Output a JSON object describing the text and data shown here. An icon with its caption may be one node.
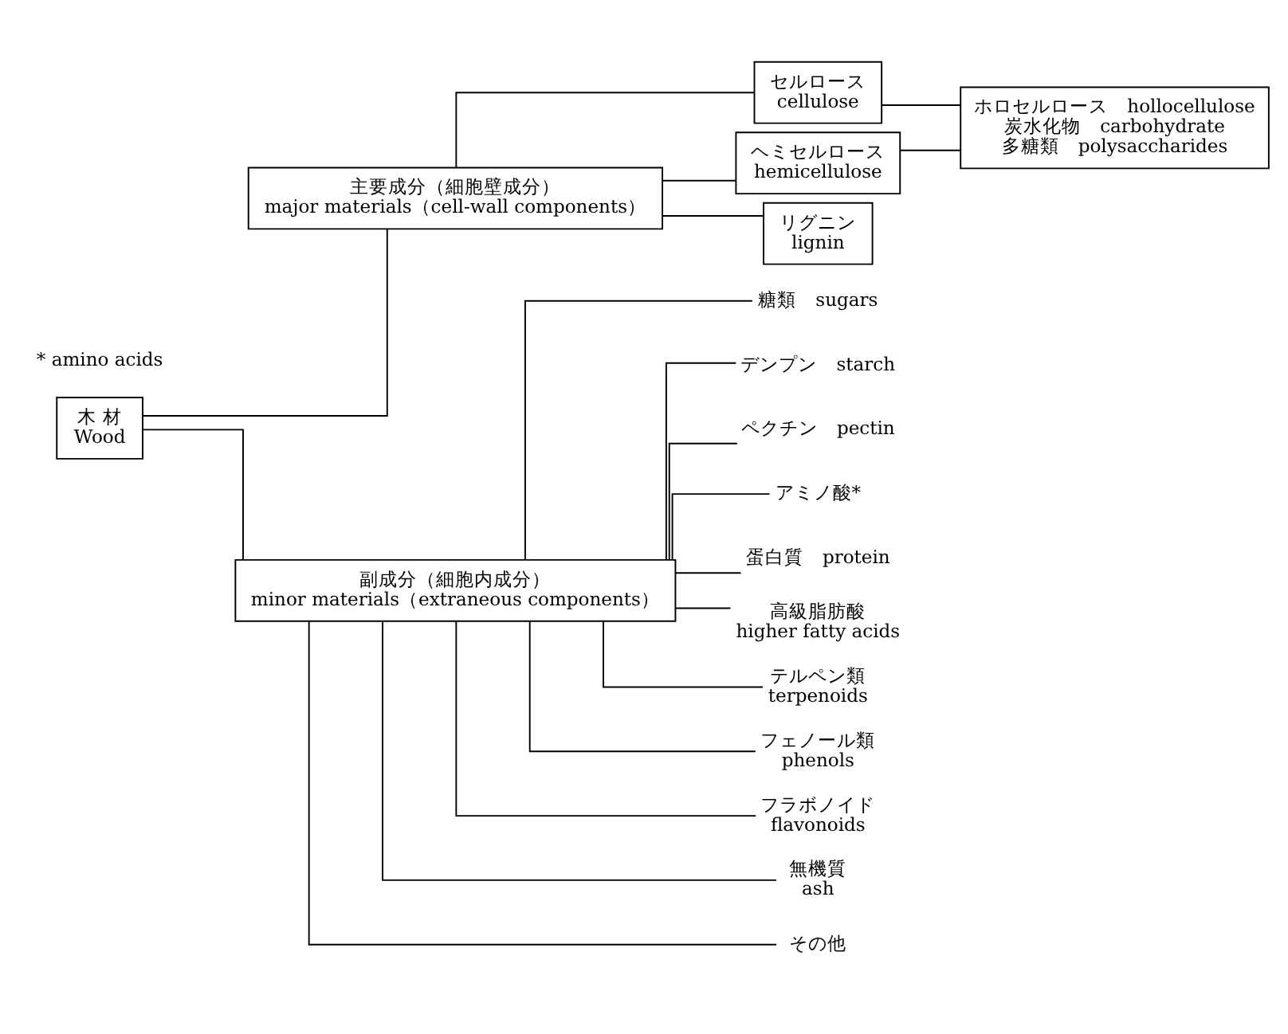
{
  "diagram": {
    "nodes": [
      {
        "text": [
          "木 材",
          "Wood"
        ]
      },
      {
        "text": [
          "主要成分（細胞壁成分）",
          "major materials（cell-wall components）"
        ]
      },
      {
        "text": [
          "副成分（細胞内成分）",
          "minor materials（extraneous components）"
        ]
      },
      {
        "text": [
          "セルロース",
          "cellulose"
        ]
      },
      {
        "text": [
          "ヘミセルロース",
          "hemicellulose"
        ]
      },
      {
        "text": [
          "リグニン",
          "lignin"
        ]
      },
      {
        "text": [
          "ホロセルロース　hollocellulose",
          "炭水化物　carbohydrate",
          "多糖類　polysaccharides"
        ]
      },
      {
        "text": [
          "糖類　sugars"
        ]
      },
      {
        "text": [
          "デンプン　starch"
        ]
      },
      {
        "text": [
          "ペクチン　pectin"
        ]
      },
      {
        "text": [
          "アミノ酸*"
        ]
      },
      {
        "text": [
          "蛋白質　protein"
        ]
      },
      {
        "text": [
          "高級脂肪酸",
          "higher fatty acids"
        ]
      },
      {
        "text": [
          "テルペン類",
          "terpenoids"
        ]
      },
      {
        "text": [
          "フェノール類",
          "phenols"
        ]
      },
      {
        "text": [
          "フラボノイド",
          "flavonoids"
        ]
      },
      {
        "text": [
          "無機質",
          "ash"
        ]
      },
      {
        "text": [
          "その他"
        ]
      }
    ],
    "edges": [
      {
        "from": 0,
        "to": 1,
        "arrow": "none"
      },
      {
        "from": 0,
        "to": 2,
        "arrow": "none"
      },
      {
        "from": 1,
        "to": 3,
        "arrow": "none"
      },
      {
        "from": 1,
        "to": 4,
        "arrow": "none"
      },
      {
        "from": 1,
        "to": 5,
        "arrow": "none"
      },
      {
        "from": 3,
        "to": 6,
        "arrow": "none"
      },
      {
        "from": 4,
        "to": 6,
        "arrow": "none"
      },
      {
        "from": 2,
        "to": 7,
        "arrow": "none"
      },
      {
        "from": 2,
        "to": 8,
        "arrow": "none"
      },
      {
        "from": 2,
        "to": 9,
        "arrow": "none"
      },
      {
        "from": 2,
        "to": 10,
        "arrow": "none"
      },
      {
        "from": 2,
        "to": 11,
        "arrow": "none"
      },
      {
        "from": 2,
        "to": 12,
        "arrow": "none"
      },
      {
        "from": 2,
        "to": 13,
        "arrow": "none"
      },
      {
        "from": 2,
        "to": 14,
        "arrow": "none"
      },
      {
        "from": 2,
        "to": 15,
        "arrow": "none"
      },
      {
        "from": 2,
        "to": 16,
        "arrow": "none"
      },
      {
        "from": 2,
        "to": 17,
        "arrow": "none"
      }
    ],
    "labels": [
      "* amino acids"
    ]
  }
}
